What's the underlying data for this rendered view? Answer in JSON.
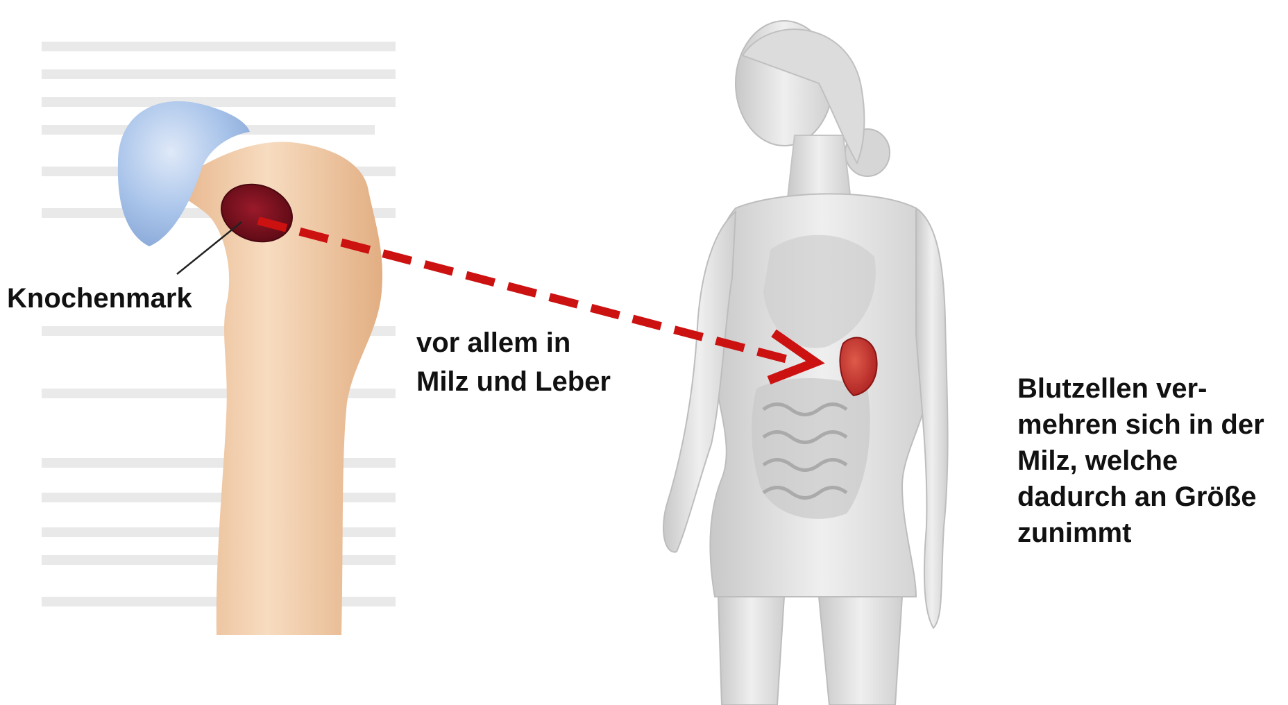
{
  "labels": {
    "bone_marrow": "Knochenmark",
    "organs_line1": "vor allem in",
    "organs_line2": "Milz und Leber",
    "growth_line1": "Blutzellen ver-",
    "growth_line2": "mehren sich in der",
    "growth_line3": "Milz, welche",
    "growth_line4": "dadurch an Größe",
    "growth_line5": "zunimmt"
  },
  "colors": {
    "arrow": "#cc1111",
    "marrow": "#7a0f1c",
    "spleen": "#c9302c",
    "bone": "#f0c9a0",
    "cartilage": "#a9c4ea",
    "body": "#d9d9d9"
  }
}
